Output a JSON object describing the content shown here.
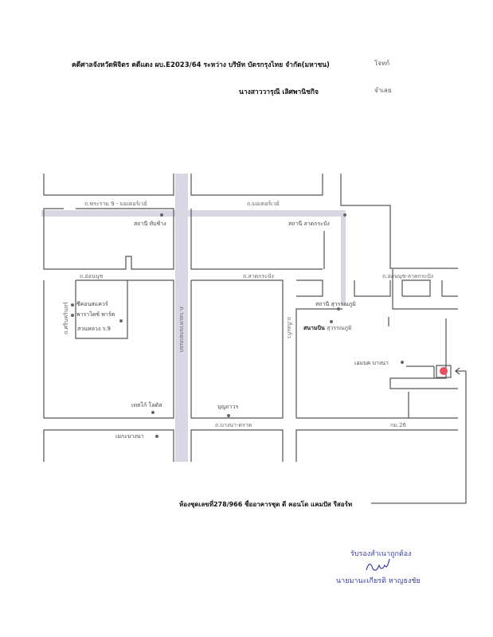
{
  "header": {
    "case_line": "คดีศาลจังหวัดพิจิตร  คดีแดง ผบ.E2023/64  ระหว่าง  บริษัท บัตรกรุงไทย จำกัด(มหาชน)",
    "plaintiff_role": "โจทก์",
    "defendant_name": "นางสาววารุณี เลิศพานิชกิจ",
    "defendant_role": "จำเลย"
  },
  "map": {
    "roads": {
      "rama9_motorway": "ถ.พระราม 9 - มอเตอร์เวย์",
      "motorway": "ถ.มอเตอร์เวย์",
      "onnut": "ถ.อ่อนนุช",
      "latkrabang": "ถ.ลาดกระบัง",
      "onnut_latkrabang": "ถ.อ่อนนุช-ลาดกระบัง",
      "srinakarin": "ถ.ศรีนครินทร์",
      "ring_road": "ถ.วงแหวนรอบนอก",
      "kingkaew": "ถ.กิ่งแก้ว",
      "bangna_trat": "ถ.บางนา-ตราด",
      "km26": "กม.26"
    },
    "places": {
      "thap_chang": "สถานี ทับช้าง",
      "lat_krabang_station": "สถานี ลาดกระบัง",
      "seacon": "ซีคอนสแควร์",
      "paradise": "พาราไดซ์ พาร์ค",
      "suan_luang": "สวนหลวง ร.9",
      "suvarnabhumi_station": "สถานี สุวรรณภูมิ",
      "airport_bold": "สนามบิน",
      "airport_name": "สุวรรณภูมิ",
      "abac": "เอแบค บางนา",
      "tesco": "เทสโก้ โลตัส",
      "boonthavorn": "บุญถาวร",
      "mega": "เมกะบางนา"
    },
    "marker_color": "#e8505b"
  },
  "caption": "ห้องชุดเลขที่278/966 ชื่ออาคารชุด ดี คอนโด แคมปัส รีสอร์ท",
  "certification": {
    "title": "รับรองสำเนาถูกต้อง",
    "name": "นายมานะเกียรติ  หาญธงชัย"
  }
}
